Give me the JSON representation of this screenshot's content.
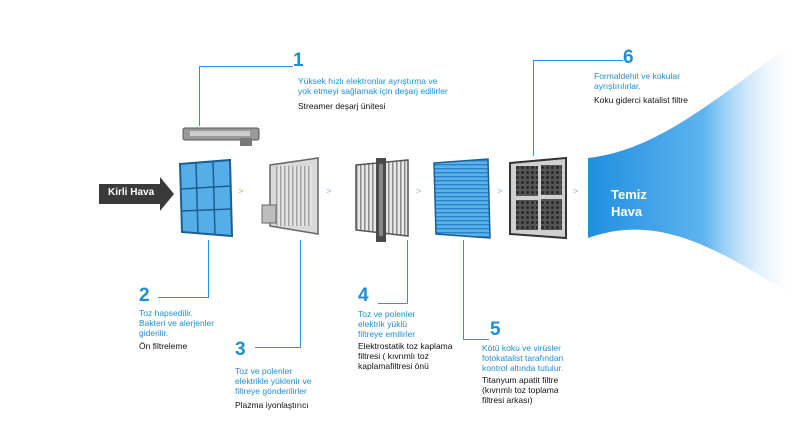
{
  "input_label": "Kirli Hava",
  "output_label_line1": "Temiz",
  "output_label_line2": "Hava",
  "steps": [
    {
      "number": "1",
      "desc_lines": [
        "Yüksek hızlı elektronlar ayrıştırma ve",
        "yok etmeyi sağlamak için deşarj edilirler"
      ],
      "name_lines": [
        "Streamer deşarj ünitesi"
      ]
    },
    {
      "number": "2",
      "desc_lines": [
        "Toz hapsedilir.",
        "Bakteri ve alerjenler",
        "giderilir."
      ],
      "name_lines": [
        "Ön filtreleme"
      ]
    },
    {
      "number": "3",
      "desc_lines": [
        "Toz ve polenler",
        "elektrikle yüklenir ve",
        "filtreye gönderilirler"
      ],
      "name_lines": [
        "Plazma iyonlaştırıcı"
      ]
    },
    {
      "number": "4",
      "desc_lines": [
        "Toz ve polenler",
        "elektrik yüklü",
        "filtreye emilirler"
      ],
      "name_lines": [
        "Elektrostatik toz kaplama",
        "filtresi ( kıvrımlı toz",
        "kaplamafiltresi önü"
      ]
    },
    {
      "number": "5",
      "desc_lines": [
        "Kötü koku ve virüsler",
        "fotokatalist tarafından",
        "kontrol altında tutulur."
      ],
      "name_lines": [
        "Titanyum apatit filtre",
        "(kıvrımlı toz toplama",
        "filtresi arkası)"
      ]
    },
    {
      "number": "6",
      "desc_lines": [
        "Formaldehit ve kokular",
        "ayrıştırılırlar."
      ],
      "name_lines": [
        "Koku giderci katalist filtre"
      ]
    }
  ],
  "colors": {
    "accent": "#1c8ed8",
    "filter_blue": "#3a9ee0",
    "arrow": "#f0a030"
  }
}
